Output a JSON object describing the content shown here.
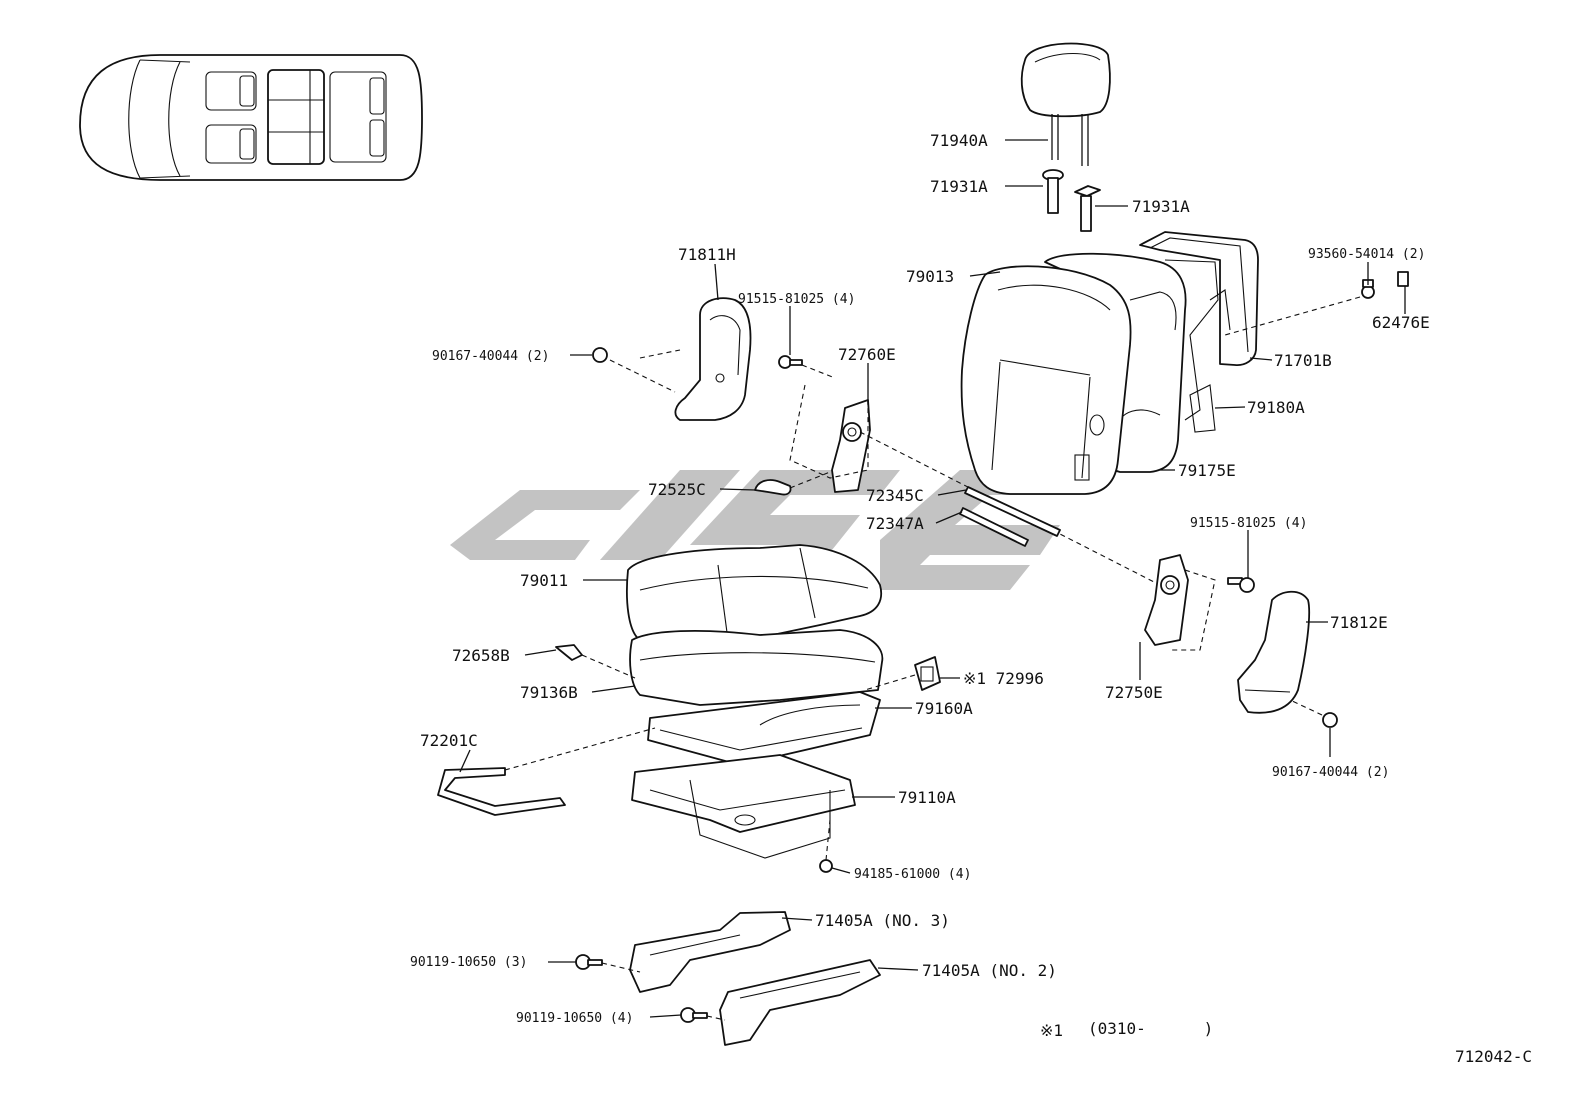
{
  "diagram_code": "712042-C",
  "footnote": {
    "mark": "※1",
    "text": "(0310-      )"
  },
  "watermark_text": "",
  "labels": [
    {
      "id": "headrest",
      "text": "71940A"
    },
    {
      "id": "support-left",
      "text": "71931A"
    },
    {
      "id": "support-right",
      "text": "71931A"
    },
    {
      "id": "backrest-cover",
      "text": "79013"
    },
    {
      "id": "clip-93560",
      "text": "93560-54014 (2)"
    },
    {
      "id": "clip-62476",
      "text": "62476E"
    },
    {
      "id": "frame-71701",
      "text": "71701B"
    },
    {
      "id": "pad-79180",
      "text": "79180A"
    },
    {
      "id": "back-79175",
      "text": "79175E"
    },
    {
      "id": "shield-71811",
      "text": "71811H"
    },
    {
      "id": "bolt-91515-upper",
      "text": "91515-81025 (4)"
    },
    {
      "id": "screw-90167-upper",
      "text": "90167-40044 (2)"
    },
    {
      "id": "hinge-72760",
      "text": "72760E"
    },
    {
      "id": "clip-72525",
      "text": "72525C"
    },
    {
      "id": "rod-72345",
      "text": "72345C"
    },
    {
      "id": "rod-72347",
      "text": "72347A"
    },
    {
      "id": "bolt-91515-lower",
      "text": "91515-81025 (4)"
    },
    {
      "id": "shield-71812",
      "text": "71812E"
    },
    {
      "id": "hinge-72750",
      "text": "72750E"
    },
    {
      "id": "screw-90167-lower",
      "text": "90167-40044 (2)"
    },
    {
      "id": "cushion-79011",
      "text": "79011"
    },
    {
      "id": "clip-72658",
      "text": "72658B"
    },
    {
      "id": "pad-79136",
      "text": "79136B"
    },
    {
      "id": "switch-72996",
      "text": "※1  72996"
    },
    {
      "id": "frame-79160",
      "text": "79160A"
    },
    {
      "id": "wire-72201",
      "text": "72201C"
    },
    {
      "id": "frame-79110",
      "text": "79110A"
    },
    {
      "id": "nut-94185",
      "text": "94185-61000 (4)"
    },
    {
      "id": "leg-no3",
      "text": "71405A (NO. 3)"
    },
    {
      "id": "leg-no2",
      "text": "71405A (NO. 2)"
    },
    {
      "id": "bolt-90119-a",
      "text": "90119-10650 (3)"
    },
    {
      "id": "bolt-90119-b",
      "text": "90119-10650 (4)"
    }
  ]
}
